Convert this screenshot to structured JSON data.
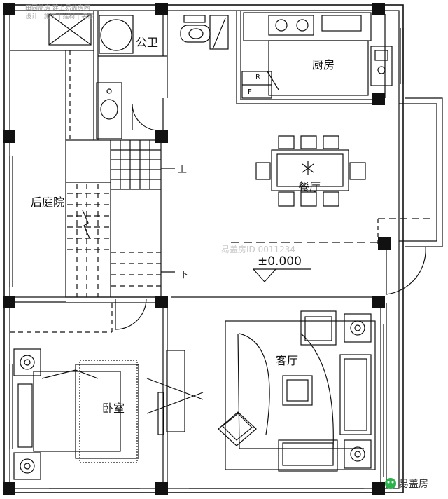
{
  "rooms": {
    "bathroom": "公卫",
    "kitchen": "厨房",
    "dining": "餐厅",
    "backyard": "后庭院",
    "living": "客厅",
    "bedroom": "卧室"
  },
  "stairs": {
    "up": "上",
    "down": "下"
  },
  "fridge": {
    "r": "R",
    "f": "F"
  },
  "elevation": "±0.000",
  "watermark": {
    "center": "易盖房ID 0011234",
    "corner_line1": "田园盖房 建上易盖房网",
    "corner_line2": "设计 | 施工 | 建材 | 装修"
  },
  "brand": {
    "icon": "wechat-icon",
    "name": "易盖房"
  },
  "colors": {
    "line": "#111111",
    "dim": "#555555",
    "watermark": "#c9c9c9"
  }
}
